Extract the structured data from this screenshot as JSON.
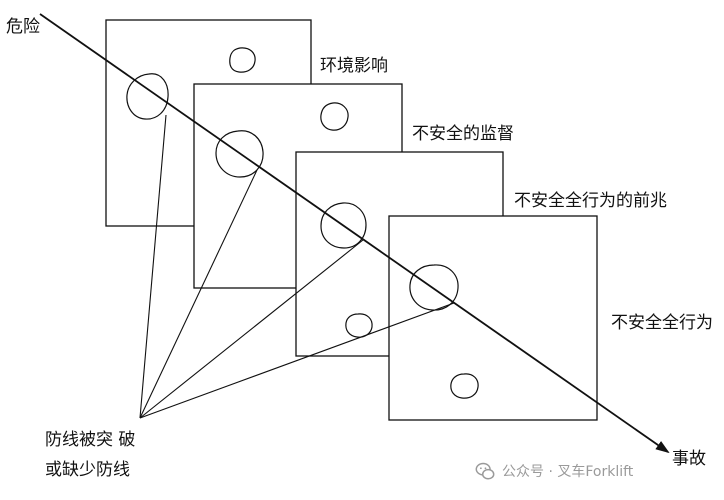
{
  "labels": {
    "hazard": "危险",
    "environment": "环境影响",
    "unsafe_supervision": "不安全的监督",
    "precondition": "不安全全行为的前兆",
    "unsafe_act": "不安全全行为",
    "accident": "事故",
    "breach_line1": "防线被突 破",
    "breach_line2": "或缺少防线"
  },
  "watermark": {
    "text": "公众号 · 叉车Forklift",
    "icon": "wechat-icon"
  },
  "colors": {
    "stroke": "#111111",
    "watermark": "#9a9a9a"
  }
}
